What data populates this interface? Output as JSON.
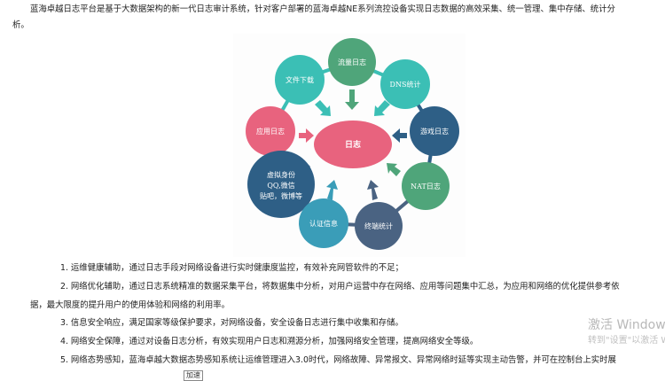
{
  "intro_line1": "蓝海卓越日志平台是基于大数据架构的新一代日志审计系统，针对客户部署的蓝海卓越NE系列流控设备实现日志数据的高效采集、统一管理、集中存储、统计分",
  "intro_line2": "析。",
  "diagram": {
    "center": "日志",
    "nodes": [
      "流量日志",
      "文件下载",
      "DNS统计",
      "应用日志",
      "游戏日志",
      "虚拟身份",
      "QQ,微信",
      "贴吧，微博等",
      "NAT日志",
      "认证信息",
      "终端统计"
    ]
  },
  "list": [
    "1. 运维健康辅助，通过日志手段对网络设备进行实时健康度监控，有效补充网管软件的不足；",
    "2. 网络优化辅助，通过日志系统精准的数据采集平台，将数据集中分析，对用户运营中存在网络、应用等问题集中汇总，为应用和网络的优化提供参考依",
    "据，最大限度的提升用户的使用体验和网络的利用率。",
    "3. 信息安全响应，满足国家等级保护要求，对网络设备，安全设备日志进行集中收集和存储。",
    "4. 网络安全保障，通过对设备日志分析，有效实现用户日志和溯源分析，加强网络安全管理，提高网络安全等级。",
    "5. 网络态势感知，蓝海卓越大数据态势感知系统让运维管理进入3.0时代，网络故障、异常报文、异常网络时延等实现主动告警，并可在控制台上实时展"
  ],
  "watermark": {
    "title": "激活 Windows",
    "subtitle": "转到\"设置\"以激活 W"
  },
  "tooltip": "加速"
}
